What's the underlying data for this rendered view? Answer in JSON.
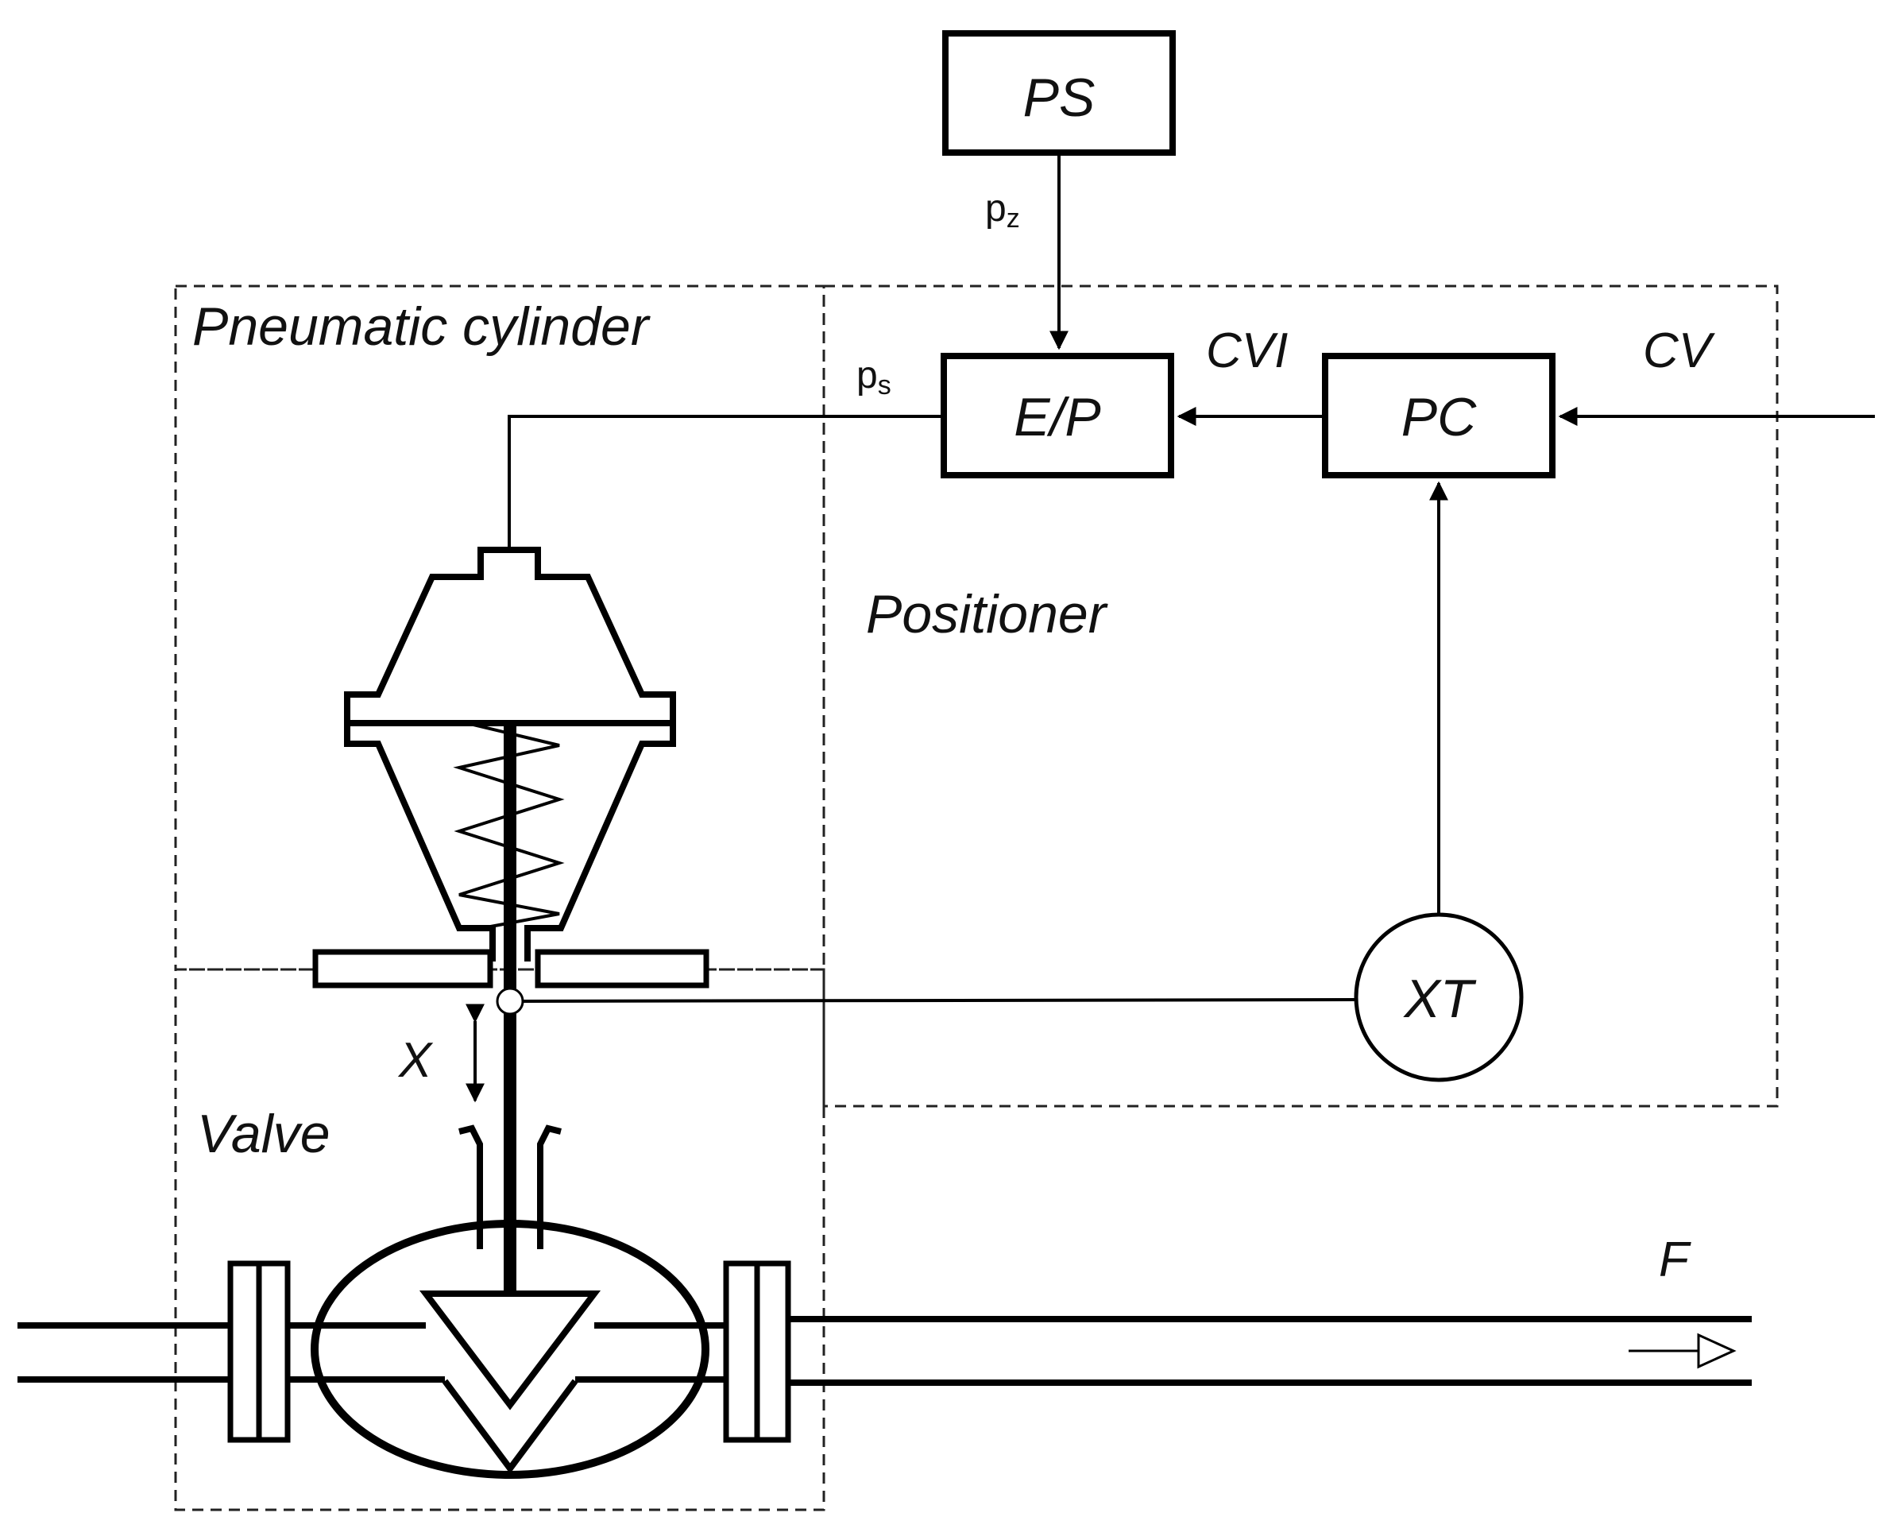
{
  "regions": {
    "pneumatic_cylinder": "Pneumatic cylinder",
    "positioner": "Positioner",
    "valve": "Valve"
  },
  "blocks": {
    "ps": "PS",
    "ep": "E/P",
    "pc": "PC",
    "xt": "XT"
  },
  "signals": {
    "pz_base": "p",
    "pz_sub": "z",
    "ps_base": "p",
    "ps_sub": "s",
    "cvi": "CVI",
    "cv": "CV",
    "x": "X",
    "f": "F"
  }
}
